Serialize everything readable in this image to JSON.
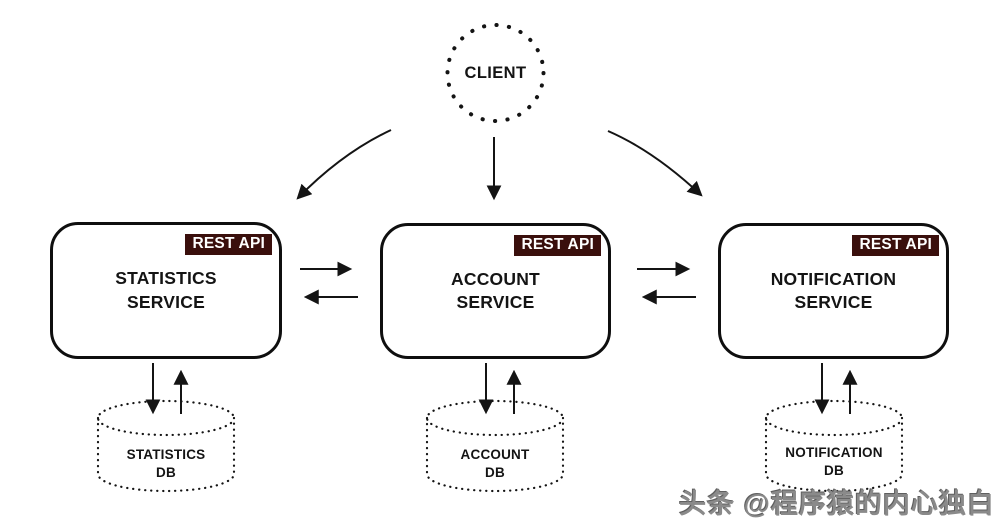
{
  "diagram": {
    "client": {
      "label": "CLIENT"
    },
    "services": [
      {
        "badge": "REST API",
        "line1": "STATISTICS",
        "line2": "SERVICE",
        "db": {
          "line1": "STATISTICS",
          "line2": "DB"
        }
      },
      {
        "badge": "REST API",
        "line1": "ACCOUNT",
        "line2": "SERVICE",
        "db": {
          "line1": "ACCOUNT",
          "line2": "DB"
        }
      },
      {
        "badge": "REST API",
        "line1": "NOTIFICATION",
        "line2": "SERVICE",
        "db": {
          "line1": "NOTIFICATION",
          "line2": "DB"
        }
      }
    ],
    "watermark": "头条 @程序猿的内心独白",
    "colors": {
      "line": "#141414",
      "badge_bg": "#3a0f0c",
      "badge_text": "#ffffff",
      "watermark_text": "#8a8a8a"
    }
  }
}
